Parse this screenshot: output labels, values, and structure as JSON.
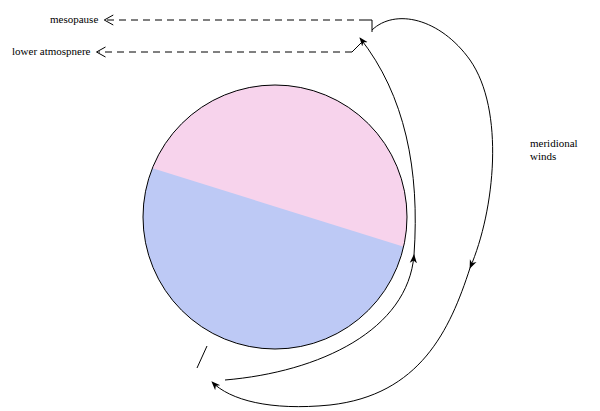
{
  "diagram": {
    "labels": [
      "mesopause",
      "lower atmospnere",
      "meridional winds"
    ]
  }
}
